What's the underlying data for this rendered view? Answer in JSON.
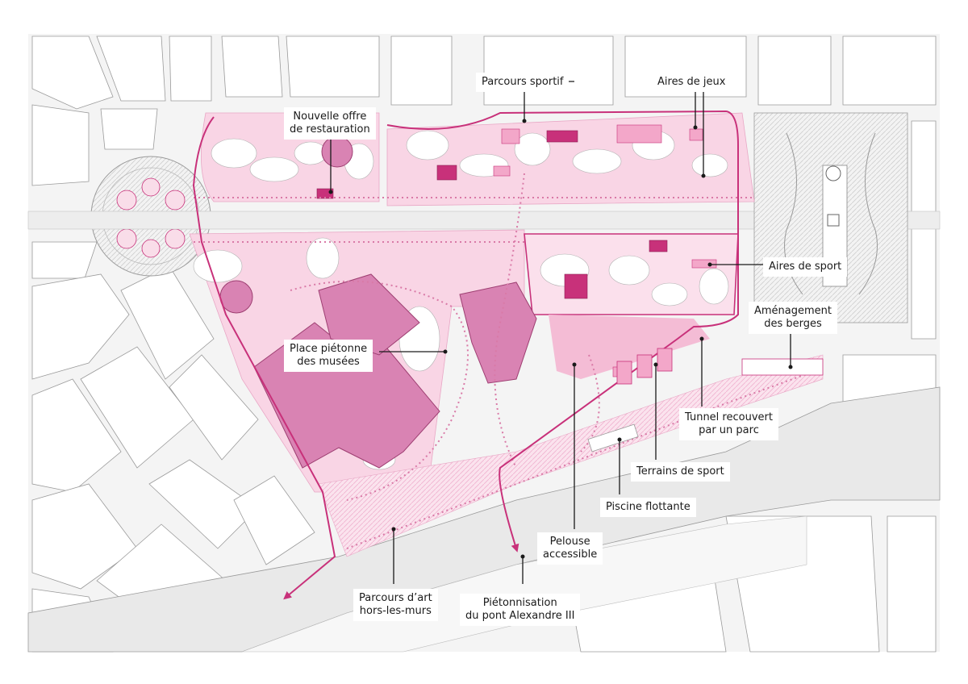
{
  "colors": {
    "accent": "#c8317a",
    "zone": "#f7c9dc",
    "zone_dark": "#d04a8c",
    "block_fill": "#ffffff",
    "block_stroke": "#9a9a9a"
  },
  "labels": {
    "parcours_sportif": "Parcours sportif",
    "aires_de_jeux": "Aires de jeux",
    "nouvelle_offre": [
      "Nouvelle offre",
      "de restauration"
    ],
    "aires_de_sport": "Aires de sport",
    "amenagement_berges": [
      "Aménagement",
      "des berges"
    ],
    "place_pietonne": [
      "Place piétonne",
      "des musées"
    ],
    "tunnel_recouvert": [
      "Tunnel recouvert",
      "par un parc"
    ],
    "terrains_de_sport": "Terrains de sport",
    "piscine_flottante": "Piscine flottante",
    "pelouse_accessible": [
      "Pelouse",
      "accessible"
    ],
    "parcours_art": [
      "Parcours d’art",
      "hors-les-murs"
    ],
    "pietonnisation": [
      "Piétonnisation",
      "du pont Alexandre III"
    ]
  }
}
